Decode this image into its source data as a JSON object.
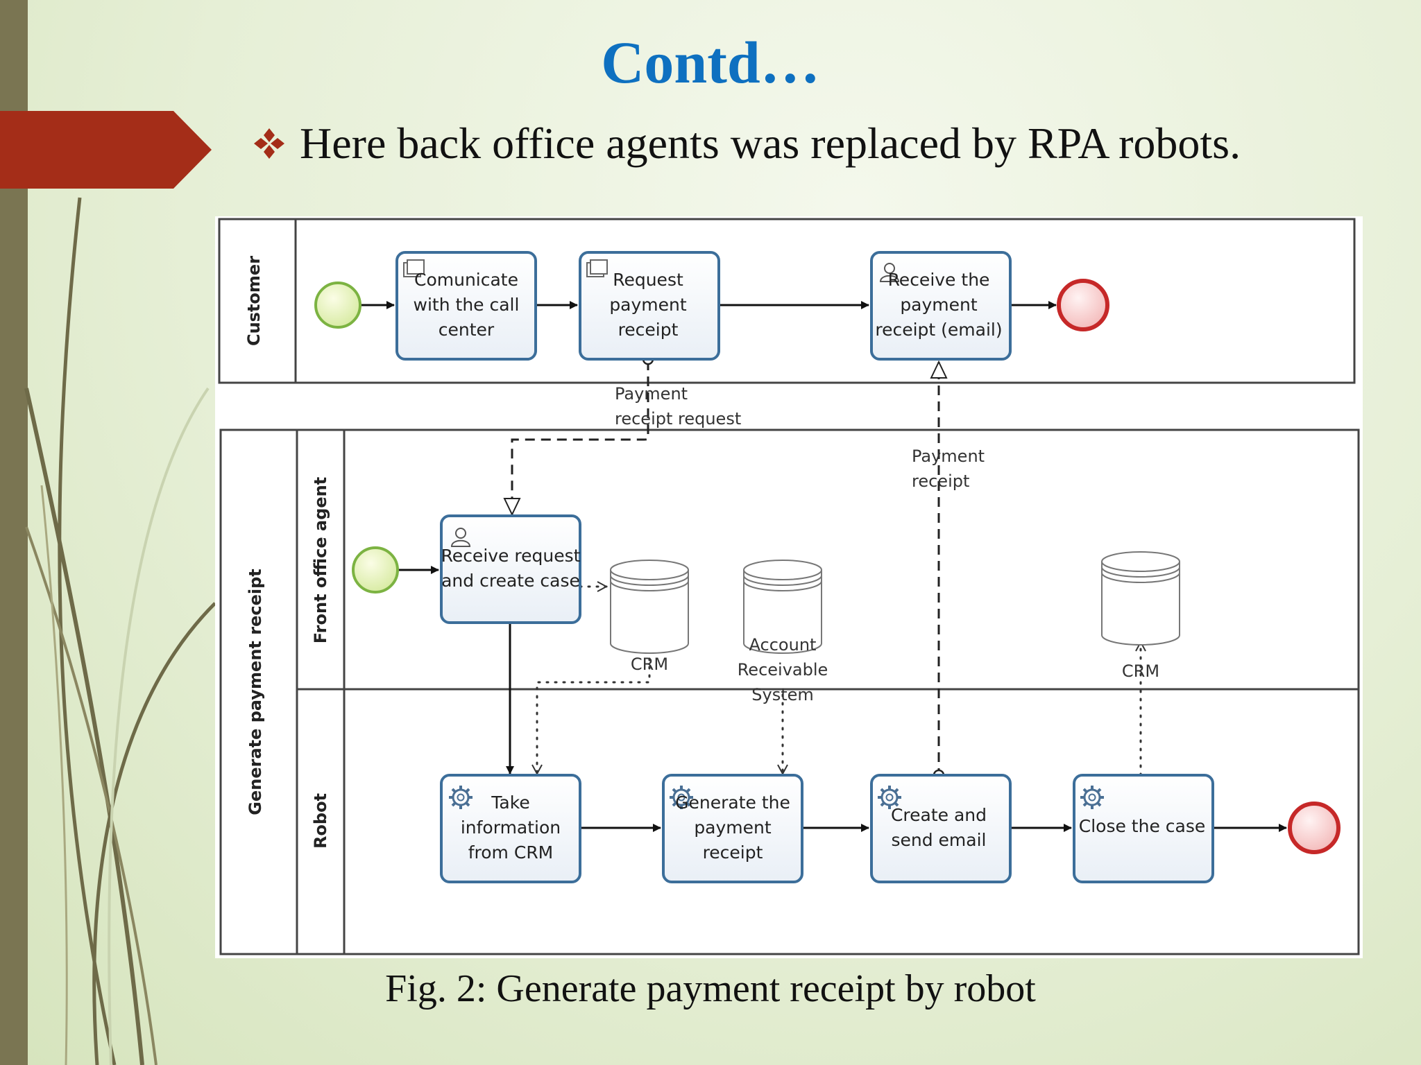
{
  "slide": {
    "title": "Contd…",
    "bullet": "Here back office agents was replaced by RPA robots.",
    "caption": "Fig. 2: Generate payment receipt by robot"
  },
  "diagram": {
    "pool_customer": "Customer",
    "pool_process": "Generate payment receipt",
    "lane_front": "Front office agent",
    "lane_robot": "Robot",
    "tasks": {
      "communicate": [
        "Comunicate",
        "with the call",
        "center"
      ],
      "request": [
        "Request",
        "payment",
        "receipt"
      ],
      "receive_receipt": [
        "Receive the",
        "payment",
        "receipt (email)"
      ],
      "receive_request": [
        "Receive request",
        "and create case"
      ],
      "take_info": [
        "Take",
        "information",
        "from CRM"
      ],
      "generate": [
        "Generate the",
        "payment",
        "receipt"
      ],
      "create_send": [
        "Create and",
        "send email"
      ],
      "close_case": [
        "Close the case"
      ]
    },
    "messages": {
      "request_msg": [
        "Payment",
        "receipt request"
      ],
      "receipt_msg": [
        "Payment",
        "receipt"
      ]
    },
    "datastores": {
      "crm1": "CRM",
      "ars": [
        "Account",
        "Receivable",
        "System"
      ],
      "crm2": "CRM"
    }
  },
  "colors": {
    "title": "#0e70c0",
    "red_tab": "#a42d18",
    "task_border": "#3c6e9a",
    "start_event": "#7cb342",
    "end_event": "#c62828"
  }
}
